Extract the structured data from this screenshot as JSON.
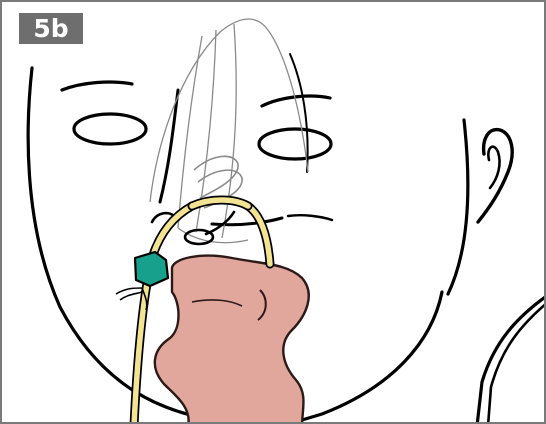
{
  "panel": {
    "step_label": "5b"
  },
  "colors": {
    "outline": "#000000",
    "frame": "#7a7a7a",
    "label_bg": "#6e6e6e",
    "label_text": "#ffffff",
    "mask_outline": "#8a8a8a",
    "tongue_fill": "#e1a69c",
    "tongue_stroke": "#2b1a18",
    "tube_yellow": "#f3e493",
    "connector_teal": "#17a08c"
  },
  "icons": [
    "face-outline",
    "oxygen-mask",
    "nasal-tube",
    "tube-connector",
    "ear",
    "tongue-illustration"
  ]
}
